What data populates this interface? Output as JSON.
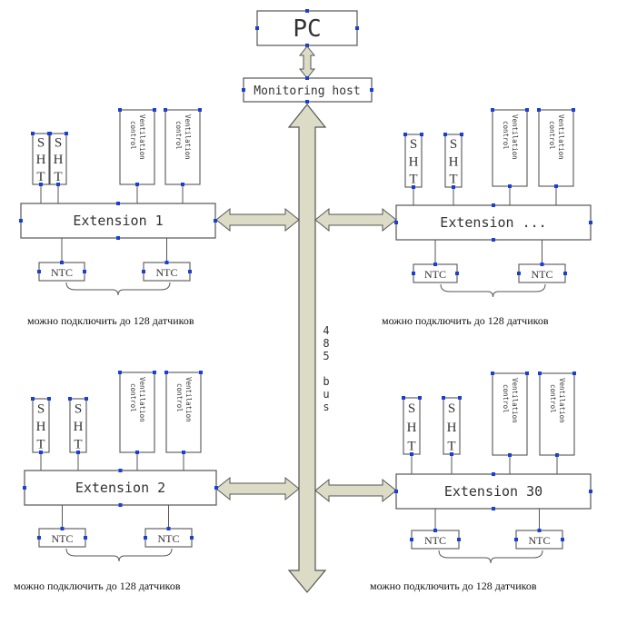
{
  "diagram": {
    "pc_label": "PC",
    "host_label": "Monitoring host",
    "bus_label": "485 bus",
    "sensor_sht": "SHT",
    "sensor_ntc": "NTC",
    "vent_label": "Ventilation",
    "control_label": "control",
    "capacity_note": "можно подключить до 128 датчиков",
    "extensions": [
      {
        "label": "Extension 1"
      },
      {
        "label": "Extension ..."
      },
      {
        "label": "Extension 2"
      },
      {
        "label": "Extension 30"
      }
    ],
    "colors": {
      "arrow_fill": "#dcdcc6",
      "line": "#555555",
      "pin": "#1a3fd6"
    }
  }
}
